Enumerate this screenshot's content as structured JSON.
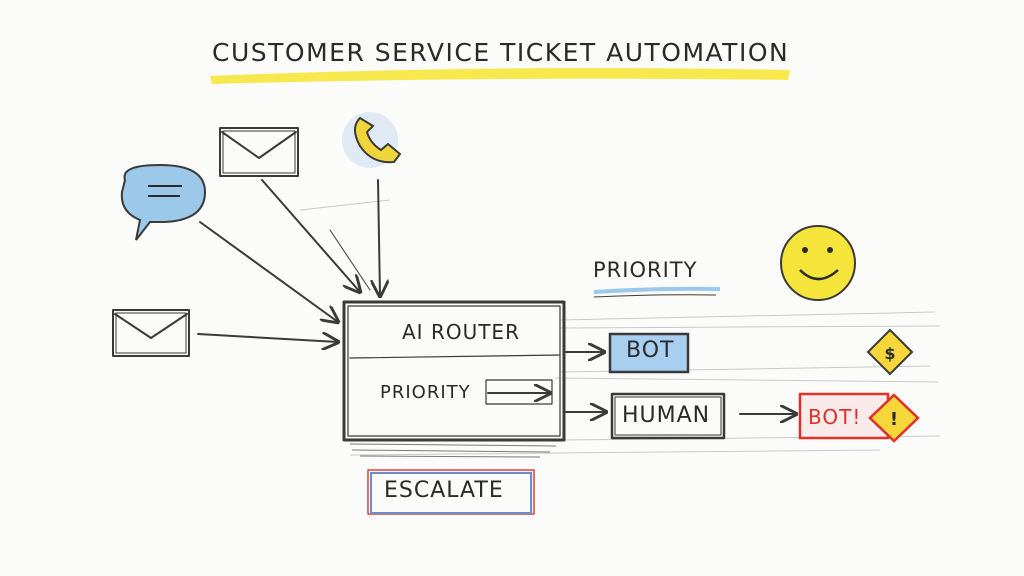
{
  "title": "CUSTOMER SERVICE TICKET AUTOMATION",
  "nodes": {
    "router": "AI ROUTER",
    "priority_inside": "PRIORITY",
    "priority_top": "PRIORITY",
    "bot": "BOT",
    "human": "HUMAN",
    "bot_alert": "BOT!",
    "escalate": "ESCALATE"
  },
  "icons": [
    "chat-bubble-icon",
    "email-icon",
    "phone-icon",
    "email-icon",
    "smiley-icon",
    "warning-diamond-icon"
  ],
  "colors": {
    "highlight_yellow": "#f5e53a",
    "chat_blue": "#9cc8ea",
    "bot_blue": "#a9cff0",
    "phone_yellow": "#f0d53a",
    "alert_red": "#e0302a",
    "ink": "#3a3a3a"
  }
}
